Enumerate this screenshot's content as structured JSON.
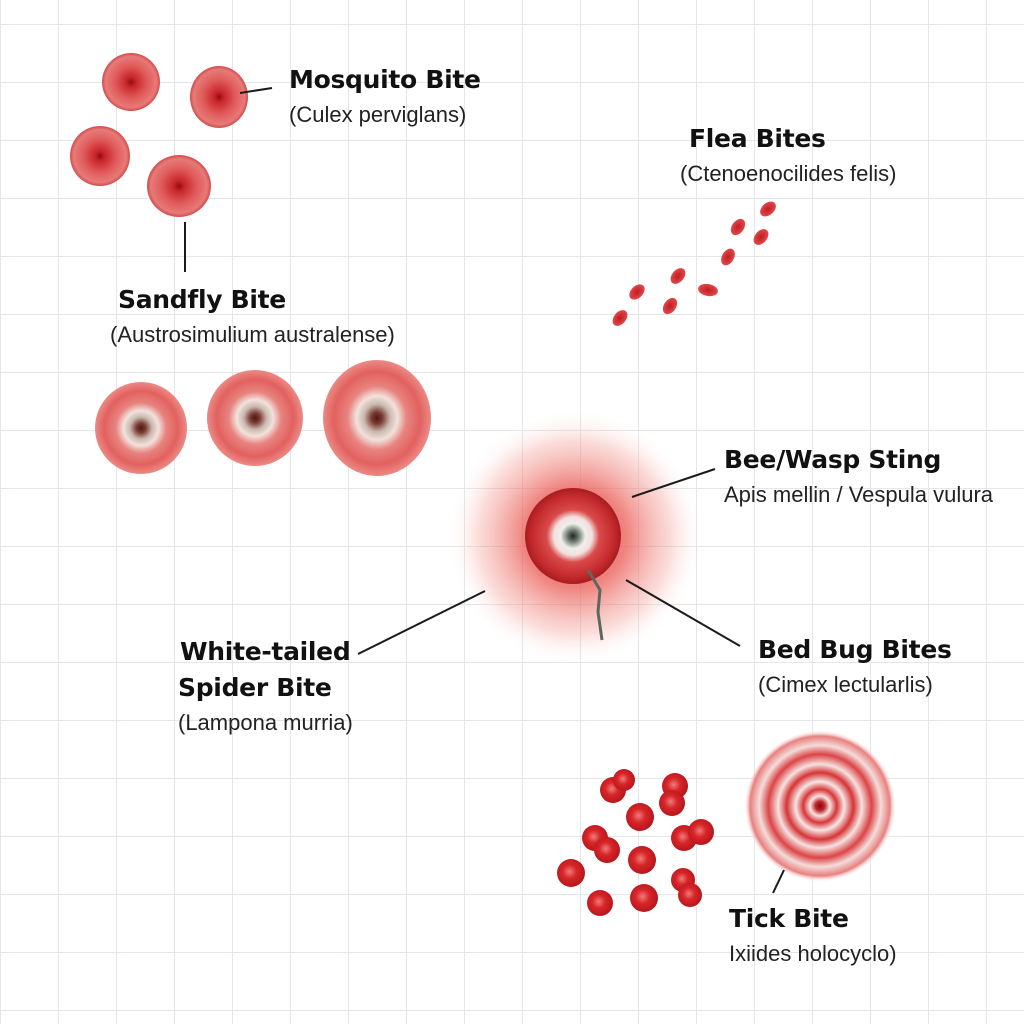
{
  "bites": {
    "mosquito": {
      "name": "Mosquito Bite",
      "species": "(Culex perviglans)"
    },
    "flea": {
      "name": "Flea Bites",
      "species": "(Ctenoenocilides felis)"
    },
    "sandfly": {
      "name": "Sandfly Bite",
      "species": "(Austrosimulium australense)"
    },
    "bee_wasp": {
      "name": "Bee/Wasp Sting",
      "species": "Apis mellin / Vespula vulura"
    },
    "white_tailed_spider": {
      "name_line1": "White-tailed",
      "name_line2": "Spider Bite",
      "species": "(Lampona murria)"
    },
    "bed_bug": {
      "name": "Bed Bug Bites",
      "species": "(Cimex lectularlis)"
    },
    "tick": {
      "name": "Tick Bite",
      "species": "Ixiides holocyclo)"
    }
  },
  "colors": {
    "skin_red": "#e04a4a",
    "core_dark": "#8a1010",
    "leader_line": "#1a1a1a",
    "grid": "#e3e6ea"
  }
}
